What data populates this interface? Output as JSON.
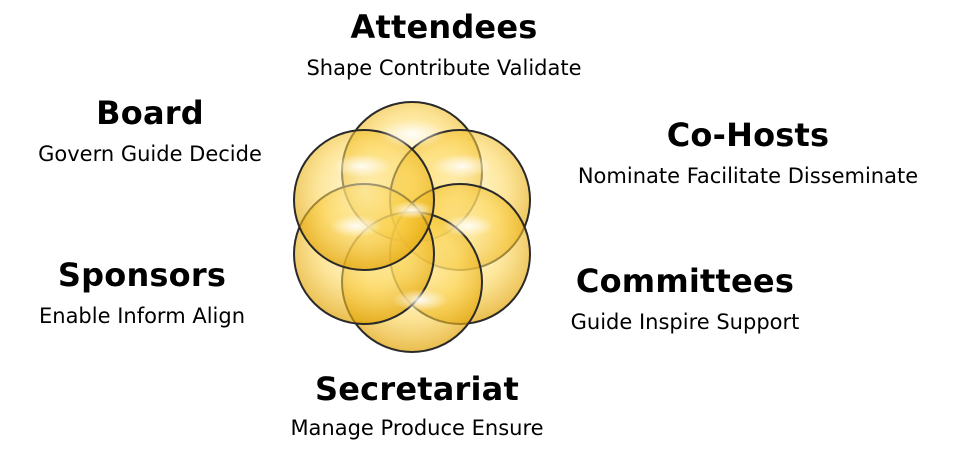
{
  "diagram": {
    "colors": {
      "petal_light": "#fff6c8",
      "petal_mid": "#fcd34d",
      "petal_dark": "#e0a000",
      "outline": "#2a2a2a"
    },
    "groups": [
      {
        "id": "attendees",
        "title": "Attendees",
        "roles": "Shape Contribute Validate"
      },
      {
        "id": "board",
        "title": "Board",
        "roles": "Govern Guide Decide"
      },
      {
        "id": "cohosts",
        "title": "Co-Hosts",
        "roles": "Nominate Facilitate Disseminate"
      },
      {
        "id": "sponsors",
        "title": "Sponsors",
        "roles": "Enable Inform Align"
      },
      {
        "id": "committees",
        "title": "Committees",
        "roles": "Guide Inspire Support"
      },
      {
        "id": "secretariat",
        "title": "Secretariat",
        "roles": "Manage Produce Ensure"
      }
    ]
  }
}
